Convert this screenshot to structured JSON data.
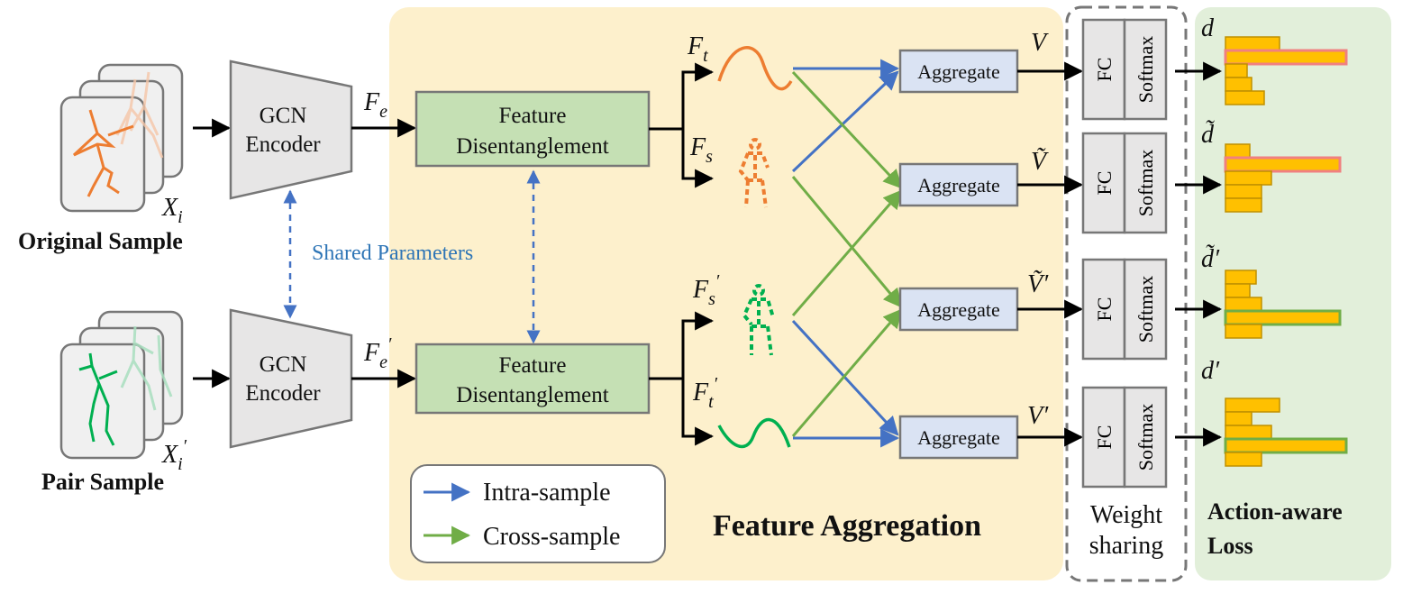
{
  "inputs": {
    "original_label": "Original Sample",
    "pair_label": "Pair Sample",
    "original_symbol": "X_i",
    "pair_symbol": "X_i′"
  },
  "encoder": {
    "line1": "GCN",
    "line2": "Encoder",
    "shared_params": "Shared Parameters",
    "fe": "F_e",
    "fe_prime": "F_e′"
  },
  "disentangle": {
    "line1": "Feature",
    "line2": "Disentanglement"
  },
  "features": {
    "ft": "F_t",
    "fs": "F_s",
    "fs_prime": "F_s′",
    "ft_prime": "F_t′"
  },
  "aggregate": {
    "label": "Aggregate",
    "outputs": [
      "V",
      "Ṽ",
      "Ṽ′",
      "V′"
    ]
  },
  "classifier": {
    "fc": "FC",
    "softmax": "Softmax",
    "weight_sharing_line1": "Weight",
    "weight_sharing_line2": "sharing"
  },
  "loss": {
    "dists": [
      "d",
      "d̃",
      "d̃′",
      "d′"
    ],
    "title_line1": "Action-aware",
    "title_line2": "Loss",
    "hist_values": [
      [
        0.45,
        1.0,
        0.18,
        0.22,
        0.32
      ],
      [
        0.2,
        0.95,
        0.38,
        0.3,
        0.3
      ],
      [
        0.25,
        0.2,
        0.3,
        0.95,
        0.3
      ],
      [
        0.45,
        0.22,
        0.38,
        1.0,
        0.3
      ]
    ]
  },
  "section": {
    "feature_aggregation": "Feature Aggregation"
  },
  "legend": {
    "intra": "Intra-sample",
    "cross": "Cross-sample"
  },
  "colors": {
    "intra": "#4472c4",
    "cross": "#70ad47",
    "orange": "#ed7d31",
    "green": "#00b050",
    "panel_yellow": "#fdf0cc",
    "panel_green": "#e2efda",
    "dis_box": "#c5e0b4",
    "agg_box": "#dae3f3",
    "bar": "#ffc000"
  }
}
